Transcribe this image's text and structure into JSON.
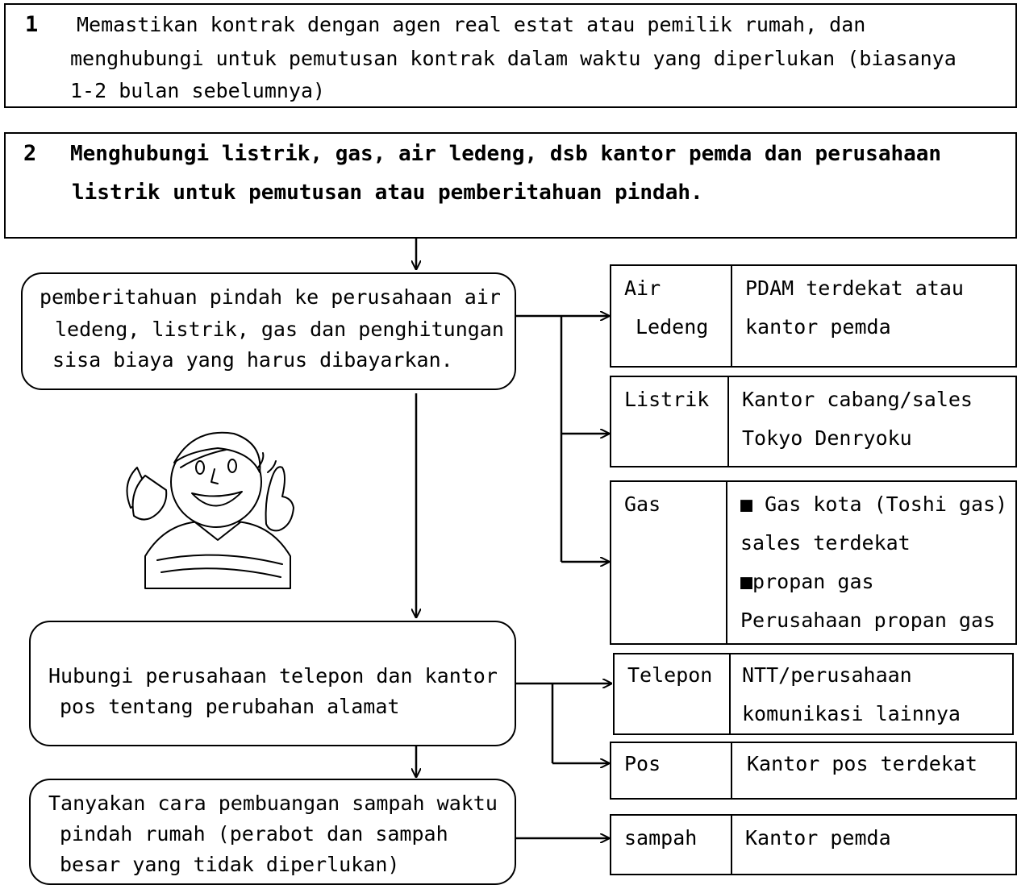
{
  "step1": {
    "number": "1",
    "line1": "Memastikan kontrak dengan agen real estat atau pemilik rumah, dan",
    "line2": "menghubungi untuk pemutusan kontrak dalam waktu yang diperlukan (biasanya",
    "line3": "1-2 bulan sebelumnya)"
  },
  "step2": {
    "number": "2",
    "line1": "Menghubungi listrik, gas, air ledeng, dsb kantor pemda dan perusahaan",
    "line2": "listrik untuk pemutusan atau pemberitahuan pindah."
  },
  "flow": {
    "notify_utilities": {
      "line1": "pemberitahuan pindah ke perusahaan air",
      "line2": "ledeng, listrik, gas dan penghitungan",
      "line3": "sisa biaya yang harus dibayarkan."
    },
    "contact_phone_post": {
      "line1": "Hubungi perusahaan telepon dan kantor",
      "line2": "pos tentang perubahan alamat"
    },
    "ask_garbage": {
      "line1": "Tanyakan cara pembuangan sampah waktu",
      "line2": "pindah rumah (perabot dan sampah",
      "line3": "besar yang tidak diperlukan)"
    }
  },
  "contacts": {
    "water": {
      "label_line1": "Air",
      "label_line2": "Ledeng",
      "value_line1": "PDAM terdekat atau",
      "value_line2": "kantor pemda"
    },
    "electricity": {
      "label": "Listrik",
      "value_line1": "Kantor cabang/sales",
      "value_line2": "Tokyo Denryoku"
    },
    "gas": {
      "label": "Gas",
      "value_line1": "■ Gas kota (Toshi gas)",
      "value_line2": "sales terdekat",
      "value_line3": "■propan gas",
      "value_line4": "Perusahaan propan gas"
    },
    "phone": {
      "label": "Telepon",
      "value_line1": "NTT/perusahaan",
      "value_line2": "komunikasi lainnya"
    },
    "post": {
      "label": "Pos",
      "value": "Kantor pos terdekat"
    },
    "garbage": {
      "label": "sampah",
      "value": "Kantor pemda"
    }
  },
  "illustration": {
    "icon": "person-on-phone-thumbs-up-icon"
  }
}
